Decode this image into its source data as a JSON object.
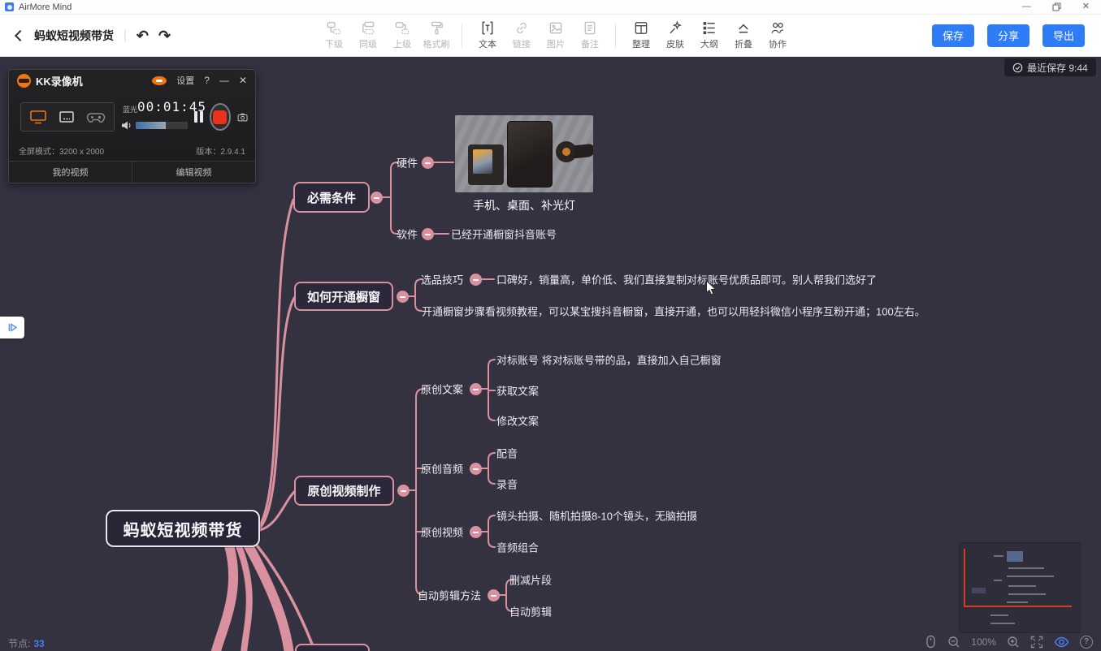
{
  "colors": {
    "accent_blue": "#2e7cf6",
    "map_pink": "#d9909f",
    "record_red": "#e8341c",
    "canvas_bg": "#343240",
    "viewport_red": "#d23f1e"
  },
  "titlebar": {
    "app_title": "AirMore Mind"
  },
  "icons": {
    "minimize": "—",
    "close": "✕",
    "undo": "↶",
    "redo": "↷",
    "help": "?"
  },
  "toolbar": {
    "document_title": "蚂蚁短视频带货",
    "items": [
      {
        "label": "下级",
        "icon": "child-node-icon",
        "enabled": false
      },
      {
        "label": "同级",
        "icon": "sibling-node-icon",
        "enabled": false
      },
      {
        "label": "上级",
        "icon": "parent-node-icon",
        "enabled": false
      },
      {
        "label": "格式刷",
        "icon": "format-painter-icon",
        "enabled": false
      },
      {
        "label": "文本",
        "icon": "text-icon",
        "enabled": true
      },
      {
        "label": "链接",
        "icon": "link-icon",
        "enabled": false
      },
      {
        "label": "图片",
        "icon": "image-icon",
        "enabled": false
      },
      {
        "label": "备注",
        "icon": "note-icon",
        "enabled": false
      },
      {
        "label": "整理",
        "icon": "organize-icon",
        "enabled": true
      },
      {
        "label": "皮肤",
        "icon": "skin-icon",
        "enabled": true
      },
      {
        "label": "大纲",
        "icon": "outline-icon",
        "enabled": true
      },
      {
        "label": "折叠",
        "icon": "fold-icon",
        "enabled": true
      },
      {
        "label": "协作",
        "icon": "collaborate-icon",
        "enabled": true
      }
    ],
    "actions": [
      {
        "label": "保存"
      },
      {
        "label": "分享"
      },
      {
        "label": "导出"
      }
    ]
  },
  "recorder": {
    "title": "KK录像机",
    "settings_label": "设置",
    "help_label": "?",
    "quality_label": "蓝光",
    "timer": "00:01:45",
    "fullscreen_info": "全屏模式：3200 x 2000",
    "version": "版本：2.9.4.1",
    "buttons": [
      {
        "label": "我的视频"
      },
      {
        "label": "编辑视频"
      }
    ]
  },
  "canvas": {
    "autosave": "最近保存 9:44"
  },
  "mindmap": {
    "root_label": "蚂蚁短视频带货",
    "branches": [
      {
        "label": "必需条件",
        "children": [
          {
            "label": "硬件",
            "caption": "手机、桌面、补光灯"
          },
          {
            "label": "软件",
            "text": "已经开通橱窗抖音账号"
          }
        ]
      },
      {
        "label": "如何开通橱窗",
        "children": [
          {
            "label": "选品技巧",
            "text": "口碑好，销量高，单价低、我们直接复制对标账号优质品即可。别人帮我们选好了"
          },
          {
            "text": "开通橱窗步骤看视频教程，可以某宝搜抖音橱窗，直接开通，也可以用轻抖微信小程序互粉开通；100左右。"
          }
        ]
      },
      {
        "label": "原创视频制作",
        "children": [
          {
            "label": "原创文案",
            "children": [
              "对标账号 将对标账号带的品，直接加入自己橱窗",
              "获取文案",
              "修改文案"
            ]
          },
          {
            "label": "原创音频",
            "children": [
              "配音",
              "录音"
            ]
          },
          {
            "label": "原创视频",
            "children": [
              "镜头拍摄、随机拍摄8-10个镜头，无脑拍摄",
              "音频组合"
            ]
          },
          {
            "label": "自动剪辑方法",
            "children": [
              "删减片段",
              "自动剪辑"
            ]
          }
        ]
      }
    ]
  },
  "statusbar": {
    "node_count_label": "节点:",
    "node_count": "33",
    "zoom": "100%"
  }
}
